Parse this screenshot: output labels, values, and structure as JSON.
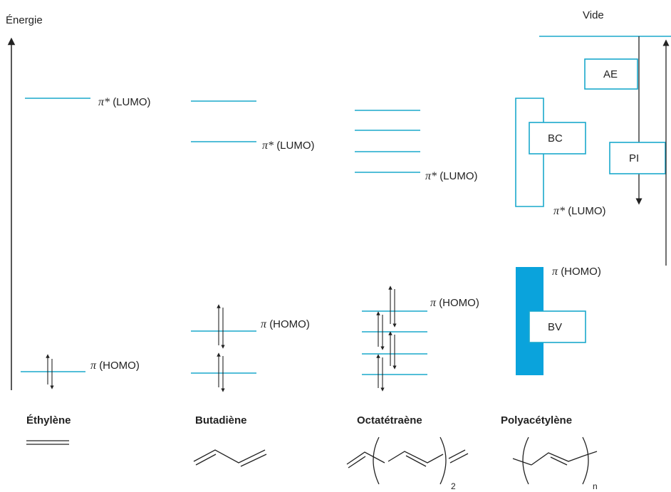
{
  "axis": {
    "label": "Énergie",
    "vacuum_label": "Vide"
  },
  "labels": {
    "lumo": "(LUMO)",
    "homo": "(HOMO)",
    "pi_star": "π*",
    "pi": "π"
  },
  "molecules": [
    {
      "name": "Éthylène"
    },
    {
      "name": "Butadiène"
    },
    {
      "name": "Octatétraène",
      "subscript": "2"
    },
    {
      "name": "Polyacétylène",
      "subscript": "n"
    }
  ],
  "bands": {
    "conduction": "BC",
    "valence": "BV",
    "electron_affinity": "AE",
    "ionization_potential": "PI"
  },
  "colors": {
    "level": "#1aa8cc",
    "valence_fill": "#0aa3dc",
    "ink": "#222222"
  }
}
